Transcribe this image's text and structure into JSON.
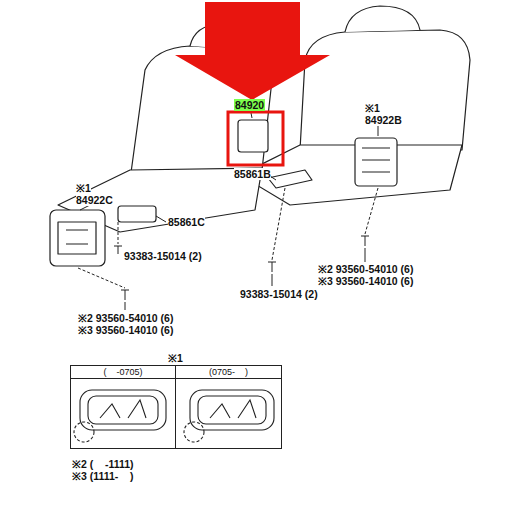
{
  "diagram": {
    "nodes": [
      {
        "text": [
          "(    -0705)"
        ]
      },
      {
        "text": [
          "(0705-    )"
        ]
      }
    ],
    "labels": [
      "84920",
      "※1",
      "84922B",
      "85861B",
      "※1",
      "84922C",
      "85861C",
      "93383-15014 (2)",
      "※2 93560-54010 (6)",
      "※3 93560-14010 (6)",
      "93383-15014 (2)",
      "※2 93560-54010 (6)",
      "※3 93560-14010 (6)",
      "※1",
      "※2 (    -1111)",
      "※3 (1111-    )"
    ]
  }
}
